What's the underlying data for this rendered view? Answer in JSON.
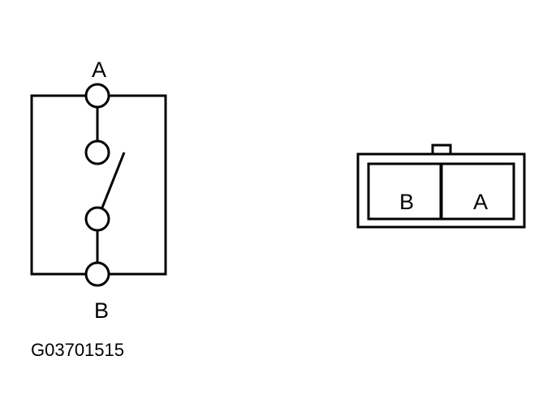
{
  "switch_schematic": {
    "top_terminal_label": "A",
    "bottom_terminal_label": "B"
  },
  "connector": {
    "left_cavity_label": "B",
    "right_cavity_label": "A"
  },
  "figure_code": "G03701515",
  "colors": {
    "line": "#000000",
    "background": "#ffffff"
  }
}
